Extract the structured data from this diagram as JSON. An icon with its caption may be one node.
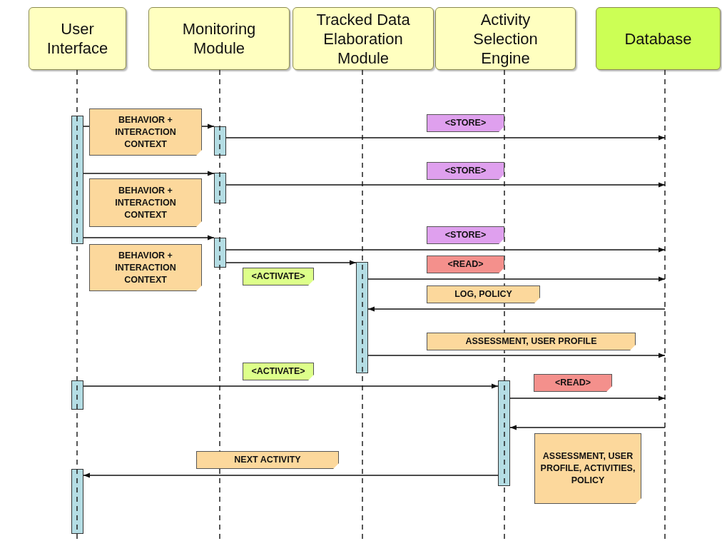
{
  "diagram": {
    "nodes": [
      {
        "text": [
          "User Interface"
        ]
      },
      {
        "text": [
          "Monitoring Module"
        ]
      },
      {
        "text": [
          "Tracked Data Elaboration Module"
        ]
      },
      {
        "text": [
          "Activity Selection Engine"
        ]
      },
      {
        "text": [
          "Database"
        ]
      },
      {
        "text": [],
        "shape": "line"
      },
      {
        "text": [],
        "shape": "bar"
      },
      {
        "text": [],
        "shape": "bar"
      },
      {
        "text": [],
        "shape": "bar"
      },
      {
        "text": [],
        "shape": "bar"
      },
      {
        "text": [],
        "shape": "bar"
      },
      {
        "text": [],
        "shape": "bar"
      },
      {
        "text": [],
        "shape": "bar"
      },
      {
        "text": [],
        "shape": "bar"
      }
    ],
    "edges": [
      {
        "from": 6,
        "to": 7,
        "arrow": "to",
        "label": "BEHAVIOR + INTERACTION CONTEXT"
      },
      {
        "from": 7,
        "to": 5,
        "arrow": "to",
        "label": "<STORE>"
      },
      {
        "from": 6,
        "to": 8,
        "arrow": "to",
        "label": "BEHAVIOR + INTERACTION CONTEXT"
      },
      {
        "from": 8,
        "to": 5,
        "arrow": "to",
        "label": "<STORE>"
      },
      {
        "from": 6,
        "to": 9,
        "arrow": "to",
        "label": "BEHAVIOR + INTERACTION CONTEXT"
      },
      {
        "from": 9,
        "to": 5,
        "arrow": "to",
        "label": "<STORE>"
      },
      {
        "from": 9,
        "to": 10,
        "arrow": "to",
        "label": "<ACTIVATE>"
      },
      {
        "from": 10,
        "to": 5,
        "arrow": "to",
        "label": "<READ>"
      },
      {
        "from": 5,
        "to": 10,
        "arrow": "to",
        "label": "LOG, POLICY"
      },
      {
        "from": 10,
        "to": 5,
        "arrow": "to",
        "label": "ASSESSMENT, USER PROFILE"
      },
      {
        "from": 11,
        "to": 12,
        "arrow": "to",
        "label": "<ACTIVATE>"
      },
      {
        "from": 12,
        "to": 5,
        "arrow": "to",
        "label": "<READ>"
      },
      {
        "from": 5,
        "to": 12,
        "arrow": "to",
        "label": "ASSESSMENT, USER PROFILE, ACTIVITIES, POLICY"
      },
      {
        "from": 12,
        "to": 13,
        "arrow": "to",
        "label": "NEXT ACTIVITY"
      }
    ]
  }
}
